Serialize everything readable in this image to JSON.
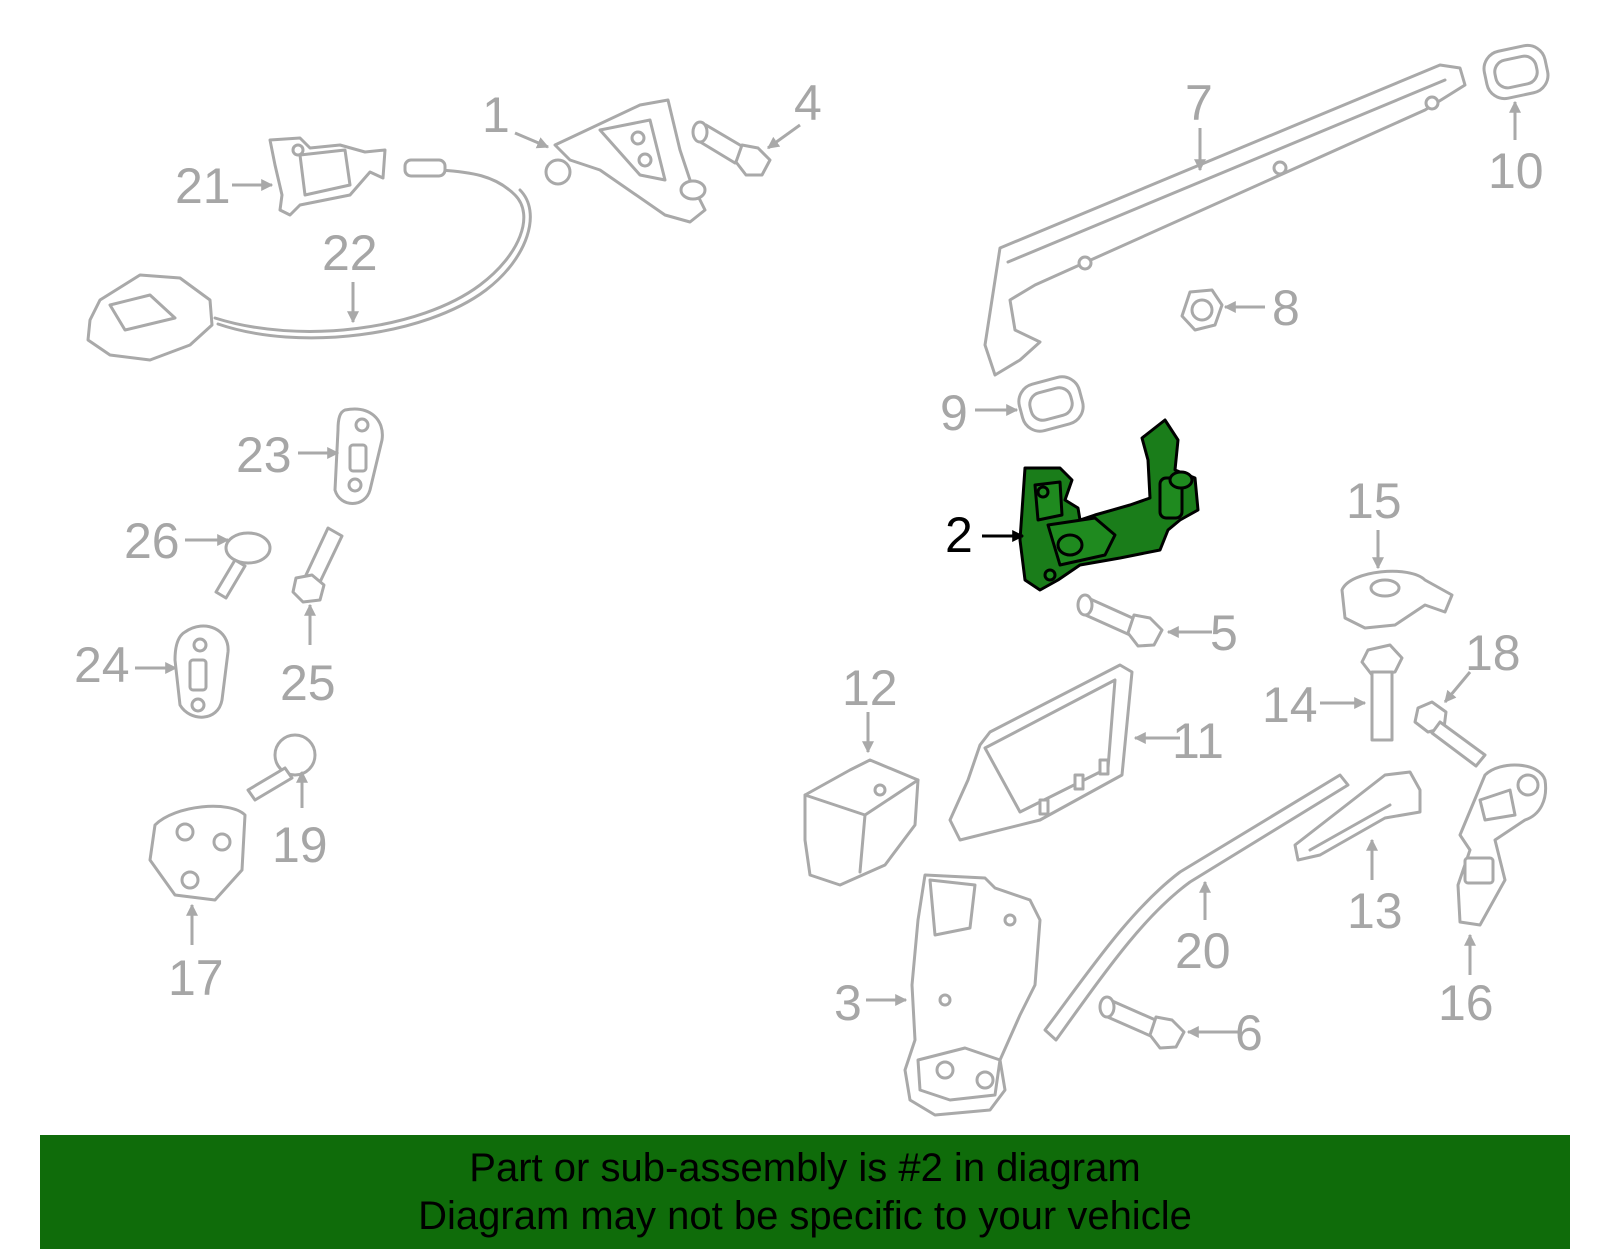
{
  "diagram": {
    "labels": [
      "1",
      "2",
      "3",
      "4",
      "5",
      "6",
      "7",
      "8",
      "9",
      "10",
      "11",
      "12",
      "13",
      "14",
      "15",
      "16",
      "17",
      "18",
      "19",
      "20",
      "21",
      "22",
      "23",
      "24",
      "25",
      "26"
    ],
    "highlighted_part": "2",
    "highlight_color": "#1a7d1a"
  },
  "banner": {
    "line1": "Part or sub-assembly is #2 in diagram",
    "line2": "Diagram may not be specific to your vehicle",
    "background_color": "#0f6c0a"
  }
}
